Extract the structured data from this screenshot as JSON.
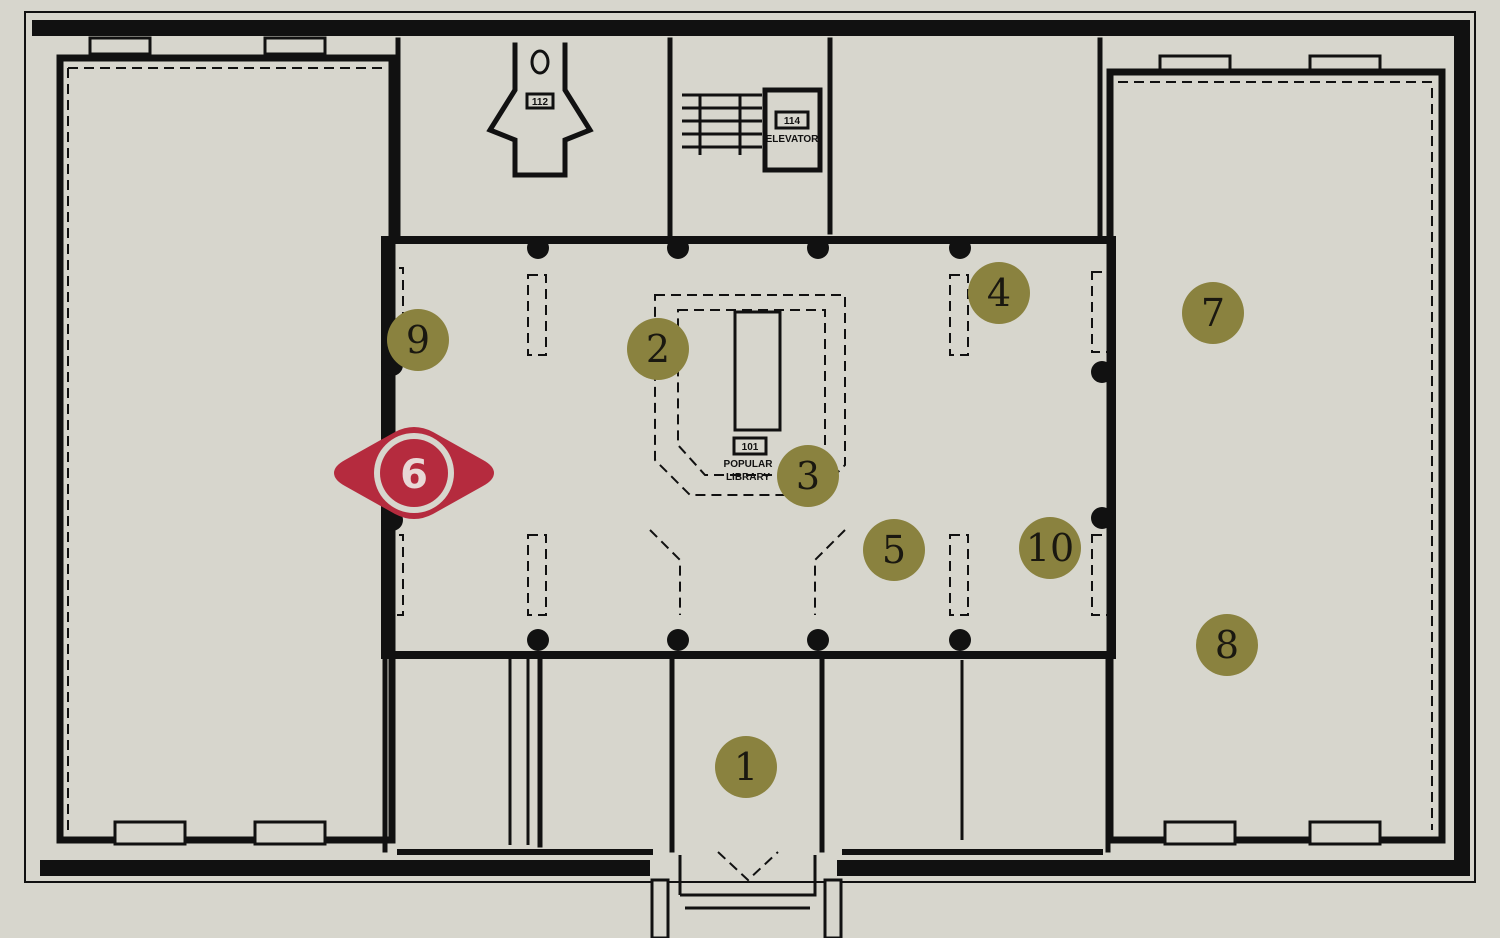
{
  "map": {
    "room_labels": {
      "restroom": "112",
      "elevator_number": "114",
      "elevator_name": "ELEVATOR",
      "popular_number": "101",
      "popular_name_1": "POPULAR",
      "popular_name_2": "LIBRARY"
    },
    "markers": [
      {
        "label": "1"
      },
      {
        "label": "2"
      },
      {
        "label": "3"
      },
      {
        "label": "4"
      },
      {
        "label": "5"
      },
      {
        "label": "7"
      },
      {
        "label": "8"
      },
      {
        "label": "9"
      },
      {
        "label": "10"
      }
    ],
    "current_location": {
      "label": "6"
    },
    "colors": {
      "background": "#d7d6cd",
      "marker": "#8a823f",
      "current_location": "#b52b3e"
    }
  }
}
